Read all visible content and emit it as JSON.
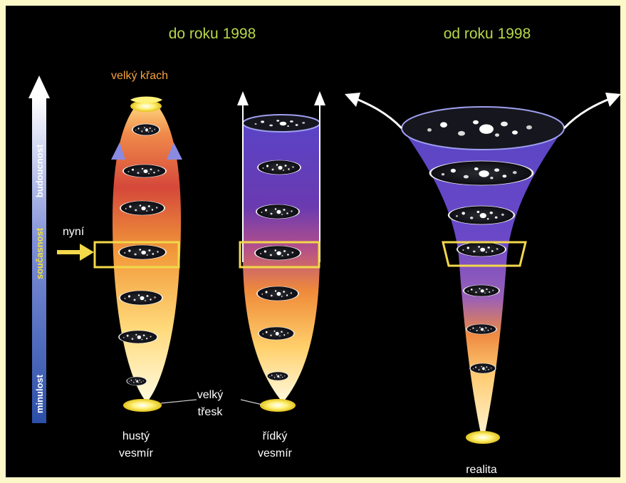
{
  "headers": {
    "before": "do roku 1998",
    "after": "od roku 1998"
  },
  "time_axis": {
    "future": "budoucnost",
    "present": "současnost",
    "past": "minulost"
  },
  "labels": {
    "now": "nyní",
    "big_crunch": "velký křach",
    "big_bang_line1": "velký",
    "big_bang_line2": "třesk",
    "dense_line1": "hustý",
    "dense_line2": "vesmír",
    "sparse_line1": "řídký",
    "sparse_line2": "vesmír",
    "reality": "realita"
  },
  "colors": {
    "header": "#b6d84a",
    "crunch": "#f4a23c",
    "present_box": "#f2d84a",
    "axis_present": "#f2e23a"
  }
}
